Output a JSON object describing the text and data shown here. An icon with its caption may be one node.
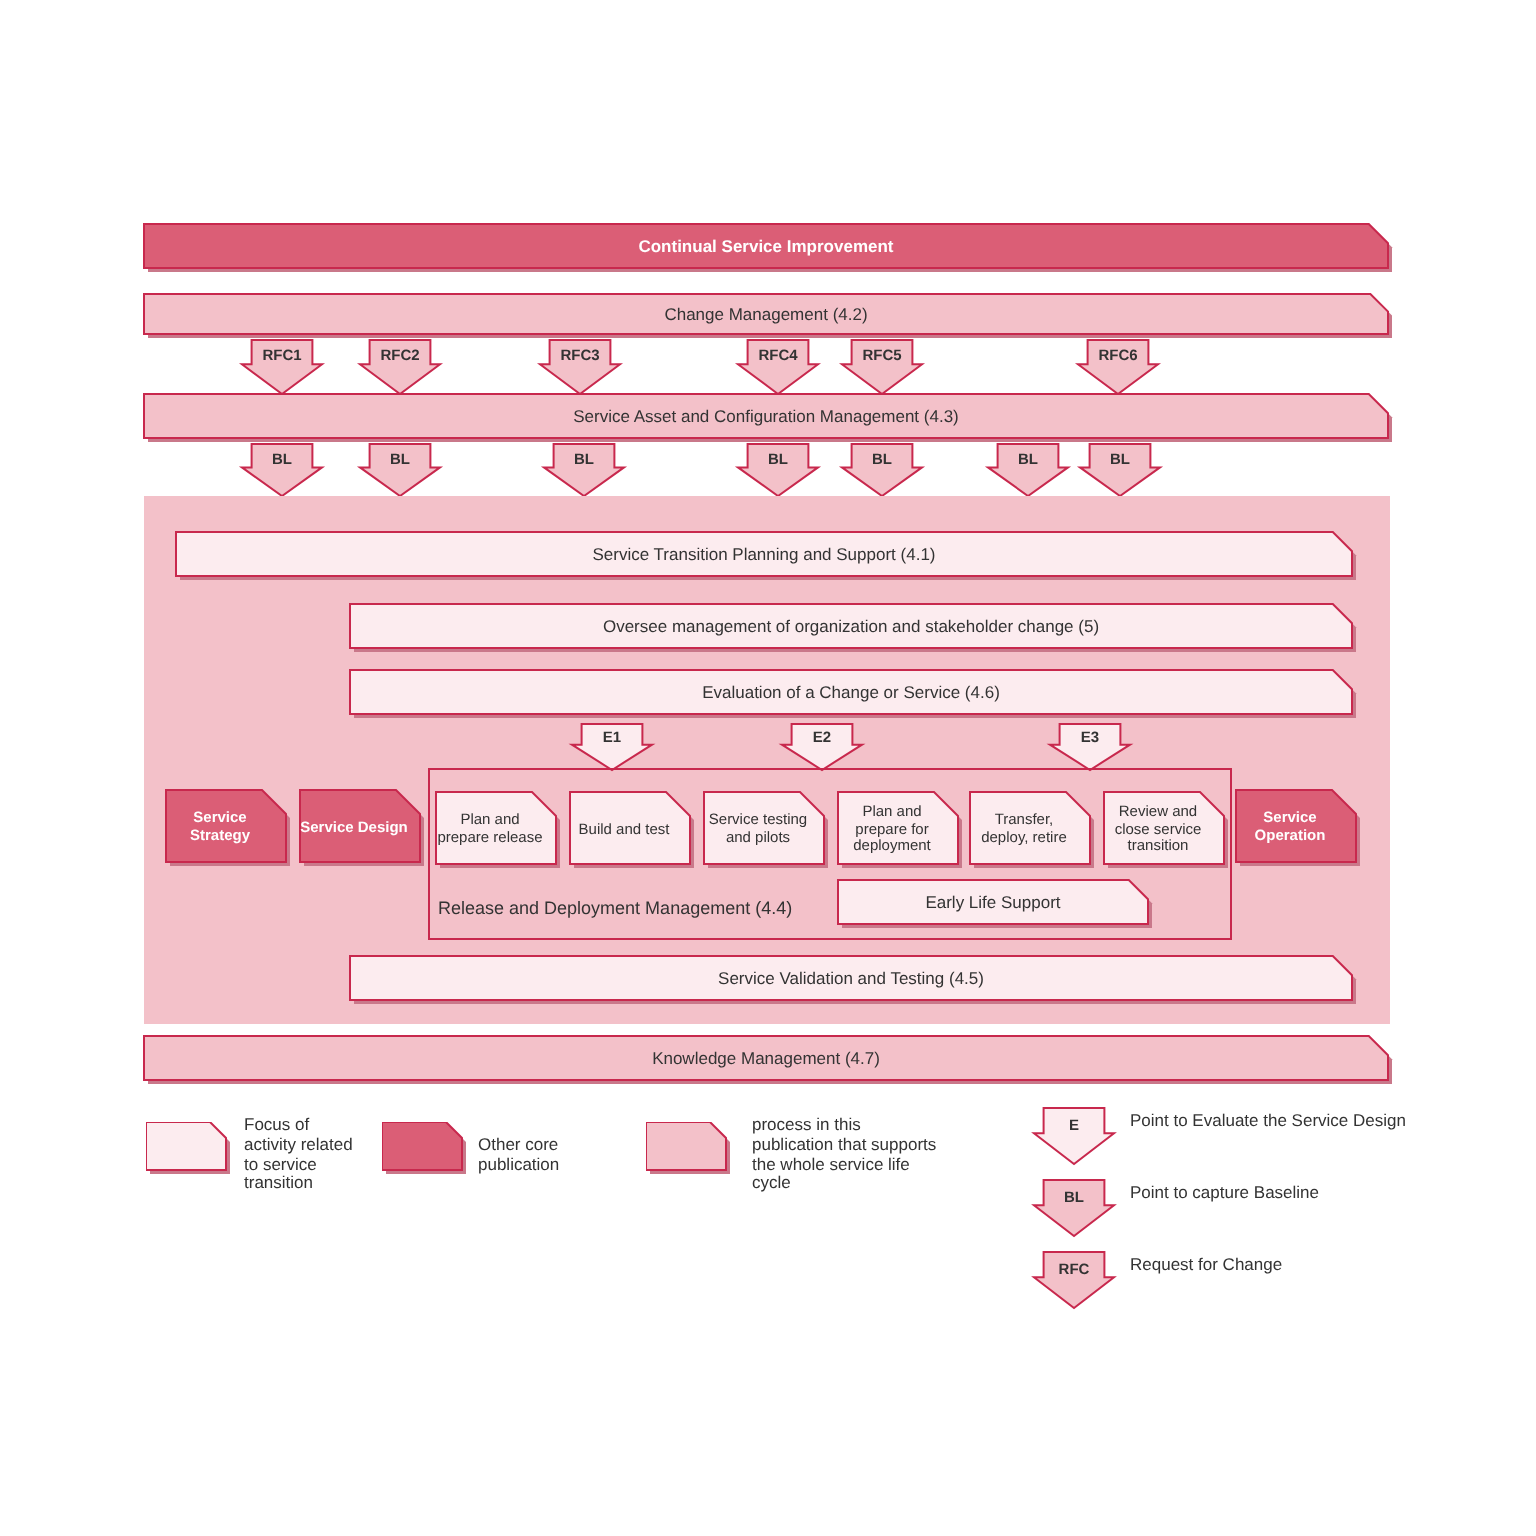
{
  "diagram": {
    "nodes": [
      {
        "text": [
          "Continual Service Improvement"
        ]
      },
      {
        "text": [
          "Change Management (4.2)"
        ]
      },
      {
        "text": [
          "RFC1"
        ]
      },
      {
        "text": [
          "RFC2"
        ]
      },
      {
        "text": [
          "RFC3"
        ]
      },
      {
        "text": [
          "RFC4"
        ]
      },
      {
        "text": [
          "RFC5"
        ]
      },
      {
        "text": [
          "RFC6"
        ]
      },
      {
        "text": [
          "Service Asset and Configuration Management (4.3)"
        ]
      },
      {
        "text": [
          "BL"
        ]
      },
      {
        "text": [
          "BL"
        ]
      },
      {
        "text": [
          "BL"
        ]
      },
      {
        "text": [
          "BL"
        ]
      },
      {
        "text": [
          "BL"
        ]
      },
      {
        "text": [
          "BL"
        ]
      },
      {
        "text": [
          "BL"
        ]
      },
      {
        "text": [],
        "shape": "box"
      },
      {
        "text": [
          "Service Transition Planning and Support (4.1)"
        ],
        "in": 16
      },
      {
        "text": [
          "Oversee management of organization and stakeholder change (5)"
        ],
        "in": 16
      },
      {
        "text": [
          "Evaluation of a Change or Service (4.6)"
        ],
        "in": 16
      },
      {
        "text": [
          "E1"
        ],
        "in": 16
      },
      {
        "text": [
          "E2"
        ],
        "in": 16
      },
      {
        "text": [
          "E3"
        ],
        "in": 16
      },
      {
        "text": [
          "Service Strategy"
        ],
        "in": 16
      },
      {
        "text": [
          "Service Design"
        ],
        "in": 16
      },
      {
        "text": [
          "Release and Deployment Management (4.4)"
        ],
        "in": 16
      },
      {
        "text": [
          "Plan and prepare release"
        ],
        "in": 25
      },
      {
        "text": [
          "Build and test"
        ],
        "in": 25
      },
      {
        "text": [
          "Service testing and pilots"
        ],
        "in": 25
      },
      {
        "text": [
          "Plan and prepare for deployment"
        ],
        "in": 25
      },
      {
        "text": [
          "Transfer, deploy, retire"
        ],
        "in": 25
      },
      {
        "text": [
          "Review and close service transition"
        ],
        "in": 25
      },
      {
        "text": [
          "Early Life Support"
        ],
        "in": 25
      },
      {
        "text": [
          "Service Operation"
        ],
        "in": 16
      },
      {
        "text": [
          "Service Validation and Testing (4.5)"
        ],
        "in": 16
      },
      {
        "text": [
          "Knowledge Management (4.7)"
        ]
      }
    ],
    "labels": [
      "E",
      "BL",
      "RFC"
    ],
    "legend": [
      {
        "text": "Focus of activity related to service transition",
        "color": "#fcecef"
      },
      {
        "text": "Other core publication",
        "color": "#db5e76"
      },
      {
        "text": "process in this publication that supports the whole service life cycle",
        "color": "#f3c1c9"
      },
      {
        "text": "Point to Evaluate the Service Design"
      },
      {
        "text": "Point to capture Baseline"
      },
      {
        "text": "Request for Change"
      }
    ]
  }
}
